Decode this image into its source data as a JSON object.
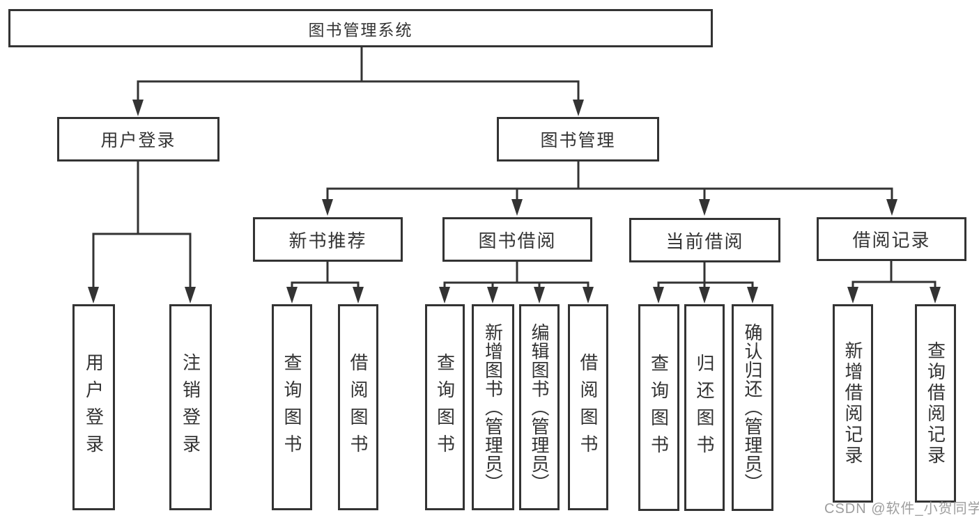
{
  "diagram": {
    "title": "图书管理系统",
    "line_color": "#333333",
    "level2": {
      "user_login": "用户登录",
      "book_mgmt": "图书管理"
    },
    "level3": {
      "new_books": "新书推荐",
      "book_borrow": "图书借阅",
      "current_borrow": "当前借阅",
      "borrow_records": "借阅记录"
    },
    "leaves": {
      "user_login": [
        "用户登录",
        "注销登录"
      ],
      "new_books": [
        "查询图书",
        "借阅图书"
      ],
      "book_borrow": [
        "查询图书",
        "新增图书（管理员）",
        "编辑图书（管理员）",
        "借阅图书"
      ],
      "current_borrow": [
        "查询图书",
        "归还图书",
        "确认归还（管理员）"
      ],
      "borrow_records": [
        "新增借阅记录",
        "查询借阅记录"
      ]
    }
  },
  "watermark": {
    "text": "CSDN @软件_小贺同学",
    "color": "#9e9e9e"
  }
}
